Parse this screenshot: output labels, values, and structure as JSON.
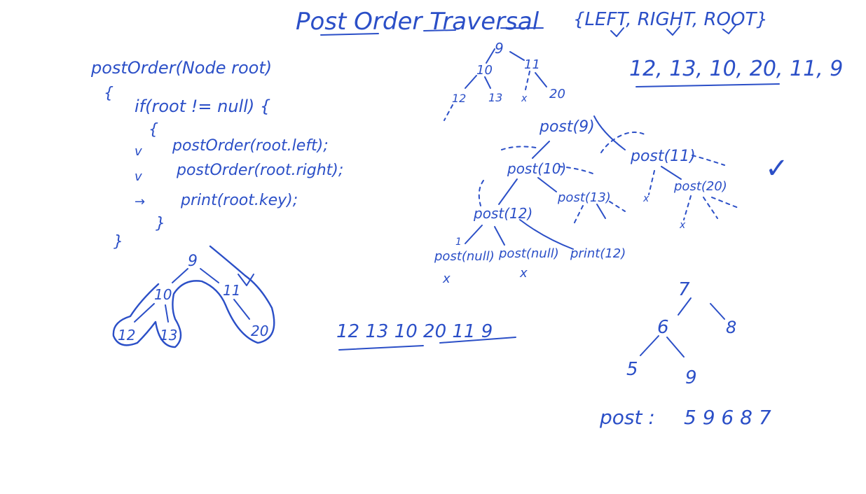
{
  "ink_color": "#2b4fc7",
  "title": {
    "text": "Post Order Traversal",
    "rule": "{LEFT, RIGHT, ROOT}"
  },
  "code": {
    "signature": "postOrder(Node root)",
    "open_brace": "{",
    "if_line": "if(root != null) {",
    "inner_open": "{",
    "call_left": "postOrder(root.left);",
    "call_right": "postOrder(root.right);",
    "print_line": "print(root.key);",
    "inner_close": "}",
    "close_brace": "}",
    "marks": [
      "v",
      "v",
      "→"
    ]
  },
  "top_tree": {
    "nodes": [
      "9",
      "10",
      "11",
      "12",
      "13",
      "x",
      "20"
    ]
  },
  "top_result": "12, 13, 10, 20, 11, 9",
  "recursion_tree": {
    "nodes": [
      "post(9)",
      "post(11)",
      "post(10)",
      "post(13)",
      "post(20)",
      "post(12)",
      "post(null)",
      "post(null)",
      "print(12)"
    ],
    "marks": [
      "x",
      "x",
      "x",
      "x",
      "1"
    ]
  },
  "checkmark": "✓",
  "bottom_left_tree": {
    "nodes": [
      "9",
      "10",
      "11",
      "12",
      "13",
      "20"
    ]
  },
  "middle_result": "12 13  10 20  11  9",
  "bottom_right_tree": {
    "nodes": [
      "7",
      "6",
      "8",
      "5",
      "9"
    ],
    "result_label": "post :",
    "result_values": "5  9  6  8  7"
  }
}
